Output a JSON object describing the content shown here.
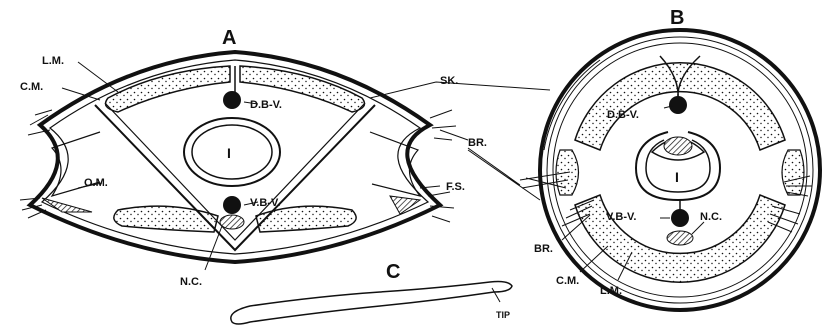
{
  "panels": {
    "a": "A",
    "b": "B",
    "c": "C"
  },
  "labels_a": {
    "lm": "L.M.",
    "cm": "C.M.",
    "dbv": "D.B-V.",
    "intestine": "I",
    "om": "O.M.",
    "vbv": "V.B-V.",
    "nc": "N.C.",
    "sk": "SK.",
    "br": "BR.",
    "fs": "F.S."
  },
  "labels_b": {
    "dbv": "D.B-V.",
    "intestine": "I",
    "vbv": "V.B-V.",
    "nc": "N.C.",
    "br": "BR.",
    "cm": "C.M.",
    "lm": "L.M."
  },
  "labels_c": {
    "tip": "TIP"
  },
  "colors": {
    "ink": "#111111",
    "paper": "#ffffff"
  }
}
